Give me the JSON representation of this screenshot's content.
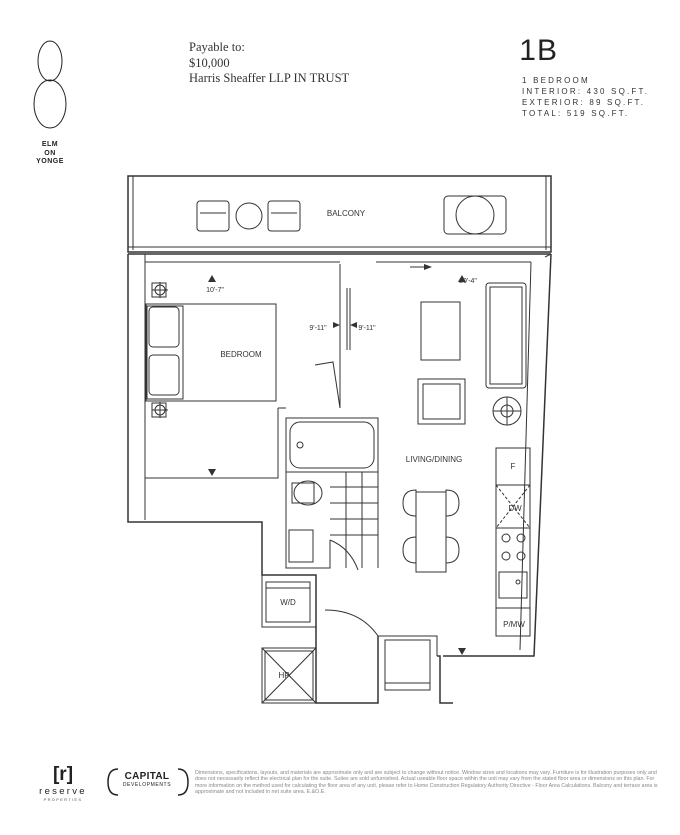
{
  "payment": {
    "line1": "Payable to:",
    "line2": "$10,000",
    "line3": "Harris Sheaffer LLP IN TRUST"
  },
  "brand": {
    "logo_icon": "figure-8-icon",
    "line1": "ELM",
    "line2": "ON",
    "line3": "YONGE"
  },
  "unit": {
    "code": "1B",
    "type": "1 BEDROOM",
    "interior": "INTERIOR: 430 SQ.FT.",
    "exterior": "EXTERIOR: 89 SQ.FT.",
    "total": "TOTAL: 519 SQ.FT."
  },
  "rooms": {
    "balcony": "BALCONY",
    "bedroom": "BEDROOM",
    "living": "LIVING/DINING",
    "wd": "W/D",
    "hp": "HP",
    "fridge": "F",
    "dw": "DW",
    "pmw": "P/MW"
  },
  "dimensions": {
    "bedroom_width": "10'-7\"",
    "living_width": "20'-4\"",
    "bedroom_depth": "9'-11\"",
    "living_depth": "9'-11\""
  },
  "footer": {
    "reserve_bracket": "[r]",
    "reserve_word": "reserve",
    "reserve_sub": "PROPERTIES",
    "capital_main": "CAPITAL",
    "capital_sub": "DEVELOPMENTS",
    "disclaimer": "Dimensions, specifications, layouts, and materials are approximate only and are subject to change without notice. Window sizes and locations may vary. Furniture is for illustration purposes only and does not necessarily reflect the electrical plan for the suite. Suites are sold unfurnished. Actual useable floor space within the unit may vary from the stated floor area or dimensions on this plan. For more information on the method used for calculating the floor area of any unit, please refer to Home Construction Regulatory Authority Directive - Floor Area Calculations. Balcony and terrace area is approximate and not included in net suite area. E.&O.E."
  },
  "colors": {
    "line": "#333333",
    "text": "#222222",
    "muted": "#888888",
    "background": "#ffffff"
  }
}
